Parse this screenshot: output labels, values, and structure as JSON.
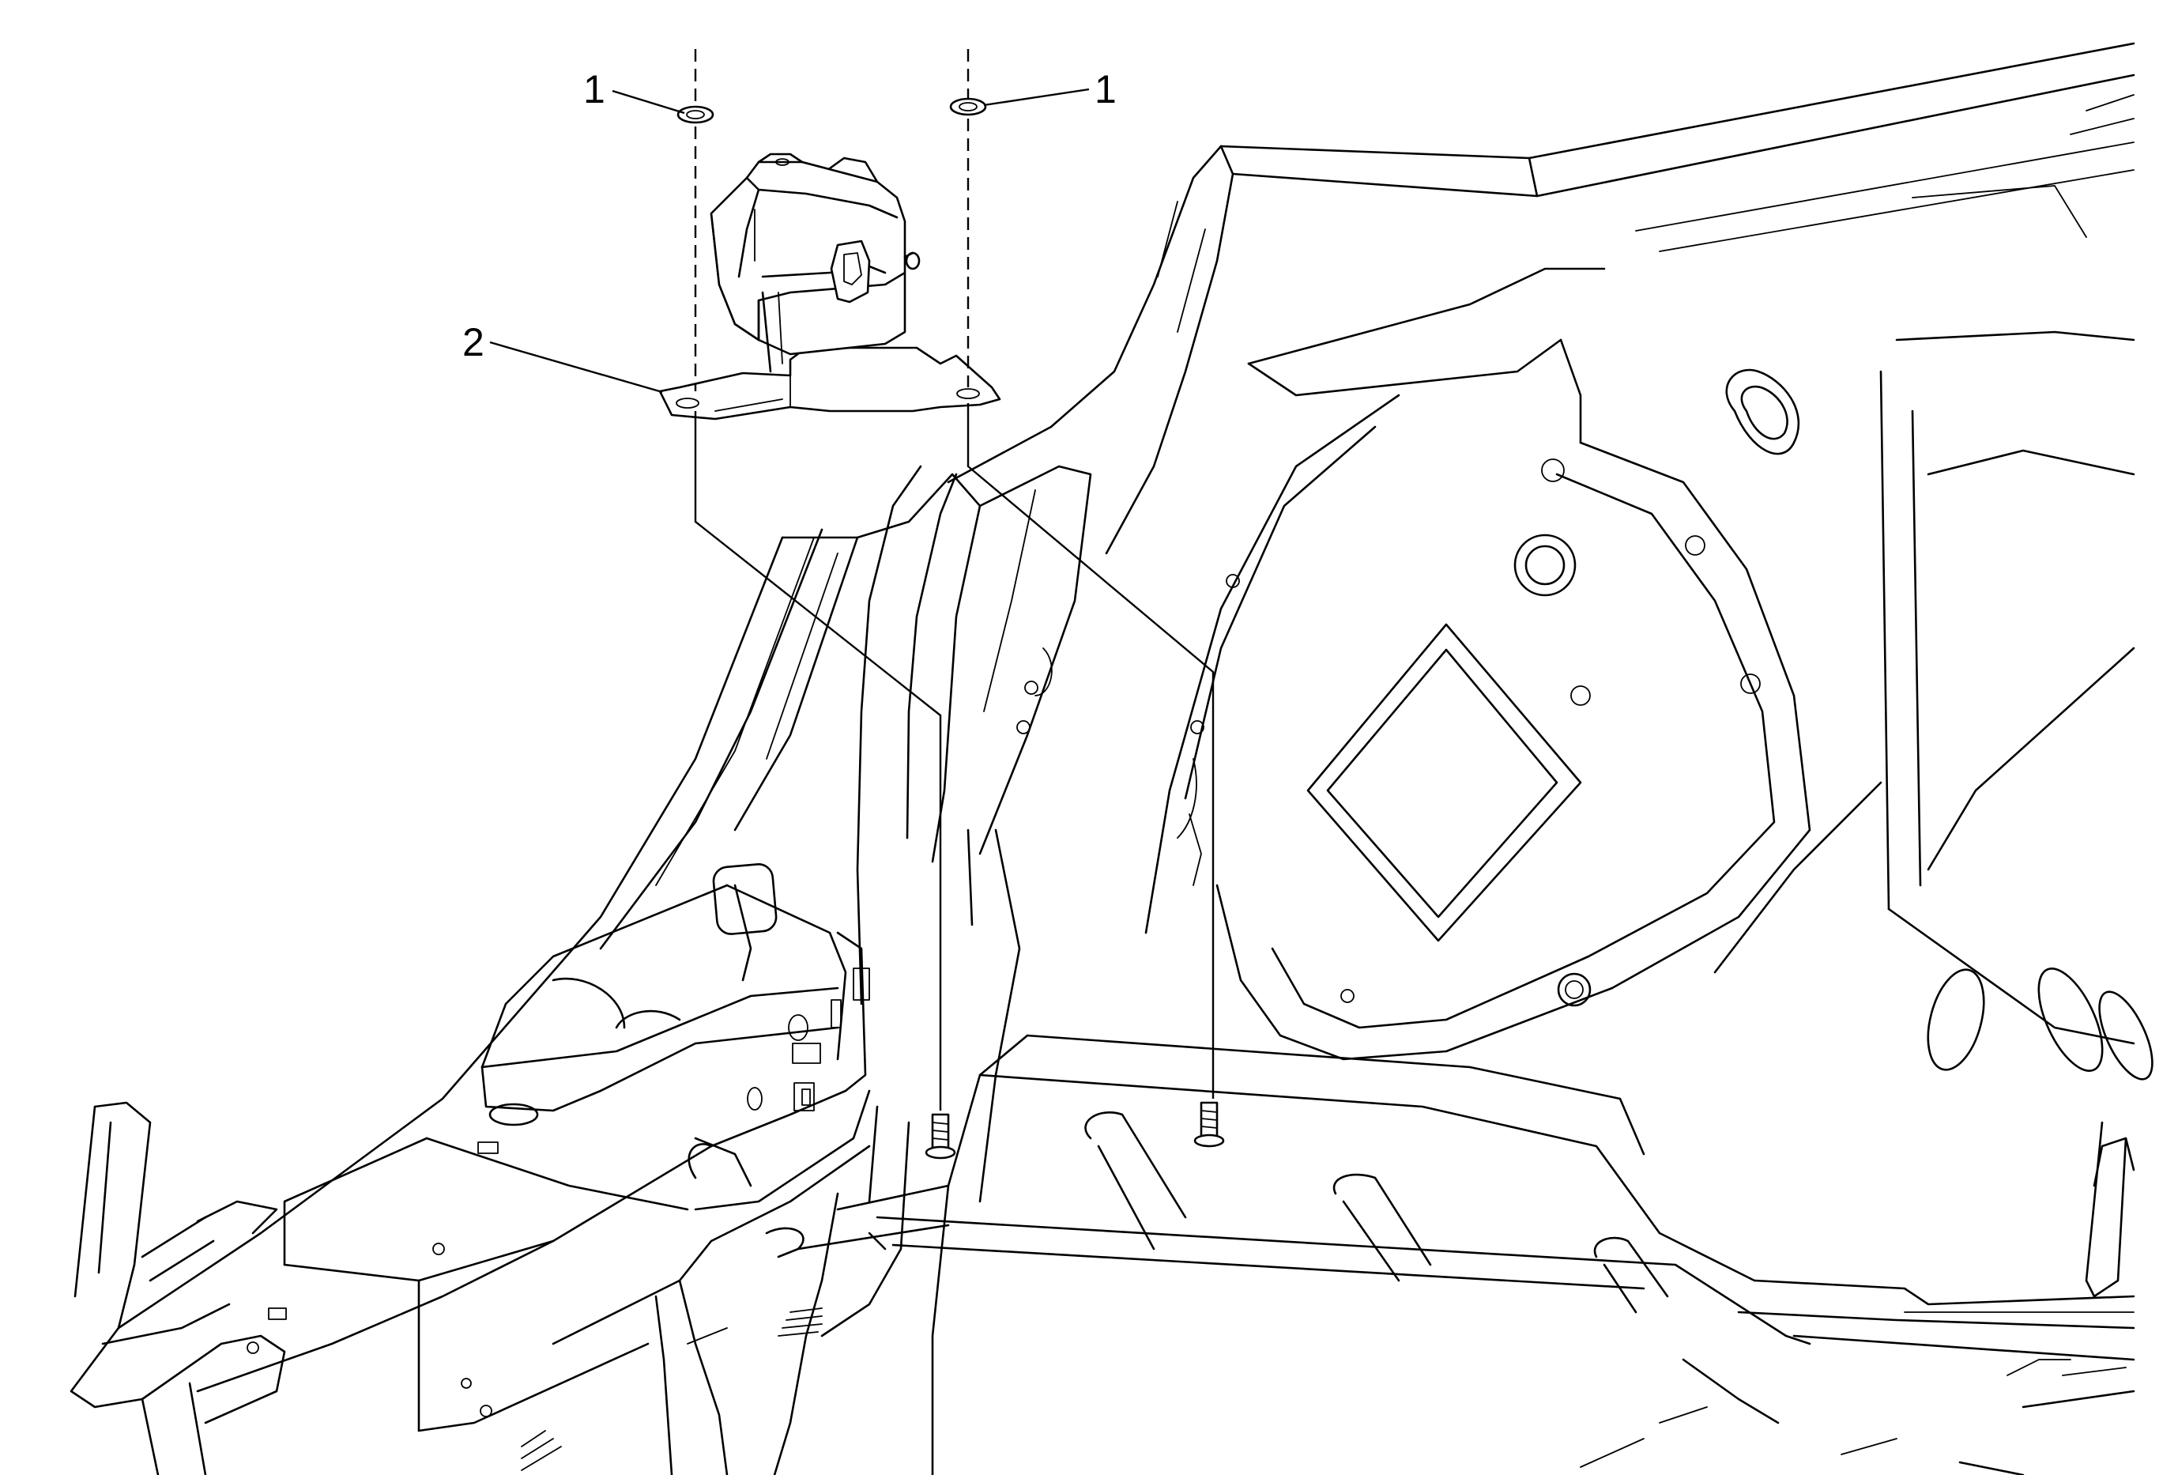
{
  "callouts": [
    {
      "id": "washer-left",
      "number": "1"
    },
    {
      "id": "washer-right",
      "number": "1"
    },
    {
      "id": "bracket",
      "number": "2"
    }
  ],
  "colors": {
    "line": "#000000",
    "background": "#ffffff"
  }
}
